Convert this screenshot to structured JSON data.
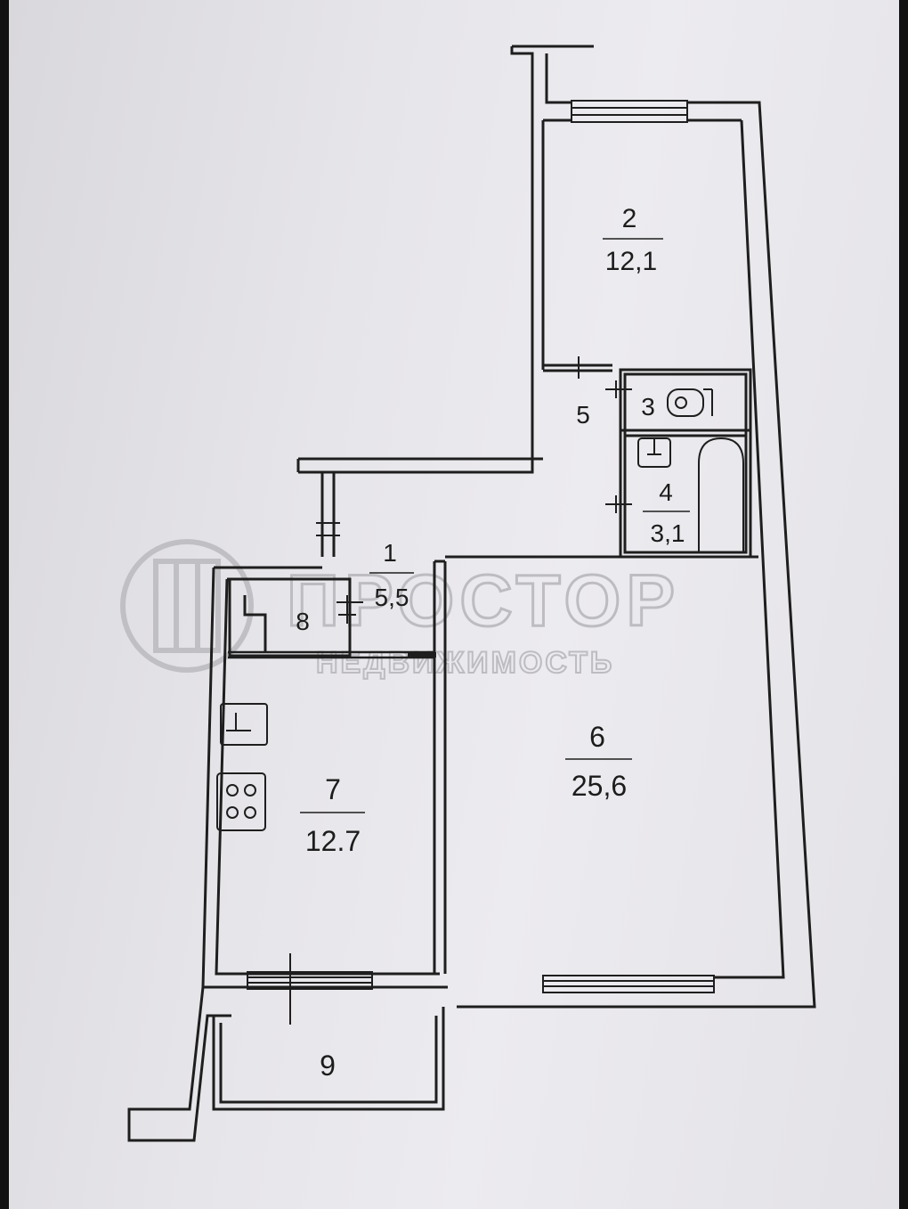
{
  "plan": {
    "rooms": [
      {
        "id": "1",
        "number": "1",
        "area": "5,5"
      },
      {
        "id": "2",
        "number": "2",
        "area": "12,1"
      },
      {
        "id": "3",
        "number": "3",
        "area": ""
      },
      {
        "id": "4",
        "number": "4",
        "area": "3,1"
      },
      {
        "id": "5",
        "number": "5",
        "area": ""
      },
      {
        "id": "6",
        "number": "6",
        "area": "25,6"
      },
      {
        "id": "7",
        "number": "7",
        "area": "12.7"
      },
      {
        "id": "8",
        "number": "8",
        "area": ""
      },
      {
        "id": "9",
        "number": "9",
        "area": ""
      }
    ]
  },
  "watermark": {
    "brand": "ПРОСТОР",
    "tagline": "НЕДВИЖИМОСТЬ"
  },
  "colors": {
    "wall": "#1e1e1e",
    "paper": "#e8e7eb",
    "watermark": "#b9b8bc",
    "background": "#111111"
  }
}
